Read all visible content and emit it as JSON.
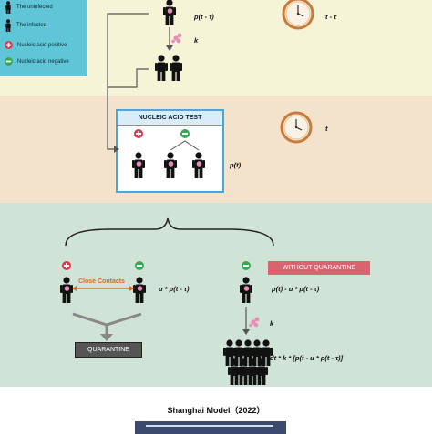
{
  "legend": {
    "uninfected": "The uninfected",
    "infected": "The infected",
    "positive": "Nucleic acid positive",
    "negative": "Nucleic acid negative"
  },
  "labels": {
    "p_t_minus_tau": "p(t - τ)",
    "k_top": "k",
    "t_minus_tau": "t - τ",
    "t": "t",
    "p_t": "p(t)",
    "u_p": "u * p(t - τ)",
    "p_minus_u_p": "p(t) - u * p(t - τ)",
    "k_bottom": "k",
    "dt_formula": "dt * k * [p(t - u * p(t - τ)]"
  },
  "nucleic_test": "NUCLEIC ACID TEST",
  "close_contacts": "Close Contacts",
  "without_quarantine": "WITHOUT QUARANTINE",
  "quarantine": "QUARANTINE",
  "title": "Shanghai Model（2022）",
  "colors": {
    "band_top": "#f6f4d6",
    "band_mid": "#f3e3cc",
    "band_low": "#cfe3d6",
    "legend_bg": "#5fc6d8",
    "positive": "#d9394a",
    "negative": "#3aa655",
    "virus": "#e58fb5",
    "orange": "#d9691c"
  },
  "icons": [
    "person-icon",
    "clock-icon",
    "virus-icon",
    "plus-icon",
    "minus-icon",
    "curly-brace-icon"
  ]
}
